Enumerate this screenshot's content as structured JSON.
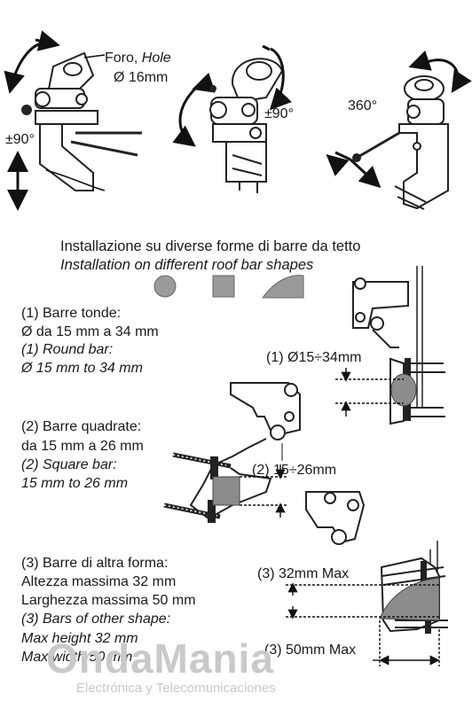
{
  "top": {
    "hole_label_it": "Foro,",
    "hole_label_en": "Hole",
    "hole_diameter": "Ø 16mm",
    "tilt_left": "±90°",
    "tilt_center": "±90°",
    "rotate_right": "360°"
  },
  "section_title": {
    "it": "Installazione su diverse forme di barre da tetto",
    "en": "Installation on different roof bar shapes"
  },
  "round_bar": {
    "it_title": "(1) Barre tonde:",
    "it_range": "Ø da 15 mm a 34 mm",
    "en_title": "(1) Round bar:",
    "en_range": "Ø 15 mm to 34 mm",
    "dimension": "(1) Ø15÷34mm"
  },
  "square_bar": {
    "it_title": "(2) Barre quadrate:",
    "it_range": "da 15 mm a 26 mm",
    "en_title": "(2) Square bar:",
    "en_range": "15 mm to 26 mm",
    "dimension": "(2) 15÷26mm"
  },
  "other_bar": {
    "it_title": "(3) Barre di altra forma:",
    "it_height": "Altezza massima 32 mm",
    "it_width": "Larghezza massima 50 mm",
    "en_title": "(3) Bars of other shape:",
    "en_height": "Max height 32 mm",
    "en_width": "Max width 50 mm",
    "dimension_height": "(3) 32mm Max",
    "dimension_width": "(3) 50mm Max"
  },
  "watermark": {
    "brand": "OndaMania",
    "tagline": "Electrónica y Telecomunicaciones"
  }
}
